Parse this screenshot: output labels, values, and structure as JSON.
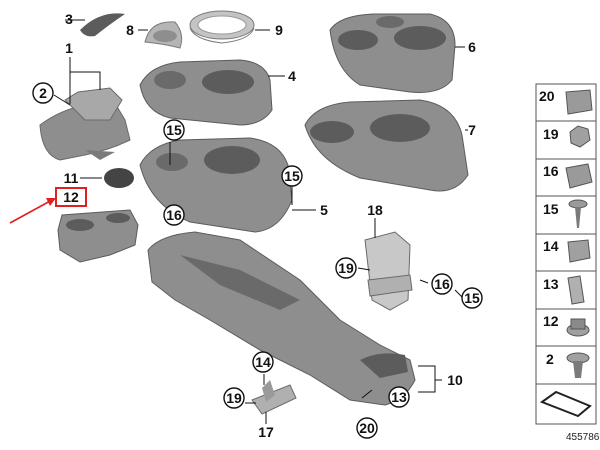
{
  "diagram": {
    "callouts": [
      {
        "label": "1"
      },
      {
        "label": "2"
      },
      {
        "label": "3"
      },
      {
        "label": "4"
      },
      {
        "label": "5"
      },
      {
        "label": "6"
      },
      {
        "label": "7"
      },
      {
        "label": "8"
      },
      {
        "label": "9"
      },
      {
        "label": "10"
      },
      {
        "label": "11"
      },
      {
        "label": "12"
      },
      {
        "label": "13"
      },
      {
        "label": "14"
      },
      {
        "label": "15"
      },
      {
        "label": "15"
      },
      {
        "label": "15"
      },
      {
        "label": "16"
      },
      {
        "label": "16"
      },
      {
        "label": "17"
      },
      {
        "label": "18"
      },
      {
        "label": "19"
      },
      {
        "label": "19"
      },
      {
        "label": "20"
      }
    ],
    "highlighted_part": "12"
  },
  "side_panel": {
    "items": [
      {
        "num": "20",
        "icon": "spring-clip-icon"
      },
      {
        "num": "19",
        "icon": "hex-nut-icon"
      },
      {
        "num": "16",
        "icon": "clip-nut-icon"
      },
      {
        "num": "15",
        "icon": "screw-icon"
      },
      {
        "num": "14",
        "icon": "collar-nut-icon"
      },
      {
        "num": "13",
        "icon": "spring-nut-icon"
      },
      {
        "num": "12",
        "icon": "flange-nut-icon"
      },
      {
        "num": "2",
        "icon": "expanding-rivet-icon"
      }
    ]
  },
  "catalog_number": "455786",
  "colors": {
    "part_fill": "#8e8e8e",
    "part_light": "#b5b5b5",
    "part_dark": "#5c5c5c",
    "arrow": "#e02020",
    "highlight_box": "#e02020"
  }
}
